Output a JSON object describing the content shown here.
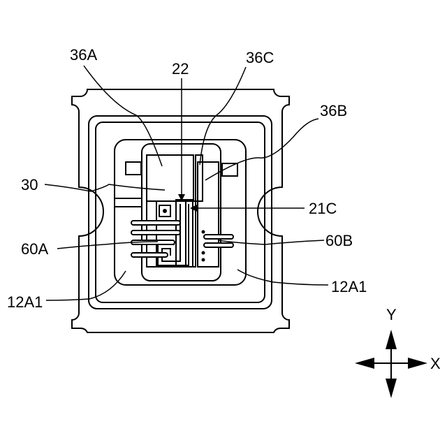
{
  "figure": {
    "labels": {
      "l36A": "36A",
      "l22": "22",
      "l36C": "36C",
      "l36B": "36B",
      "l30": "30",
      "l21C": "21C",
      "l60A": "60A",
      "l60B": "60B",
      "l12A1_left": "12A1",
      "l12A1_right": "12A1"
    },
    "axes": {
      "y": "Y",
      "x": "X"
    }
  }
}
